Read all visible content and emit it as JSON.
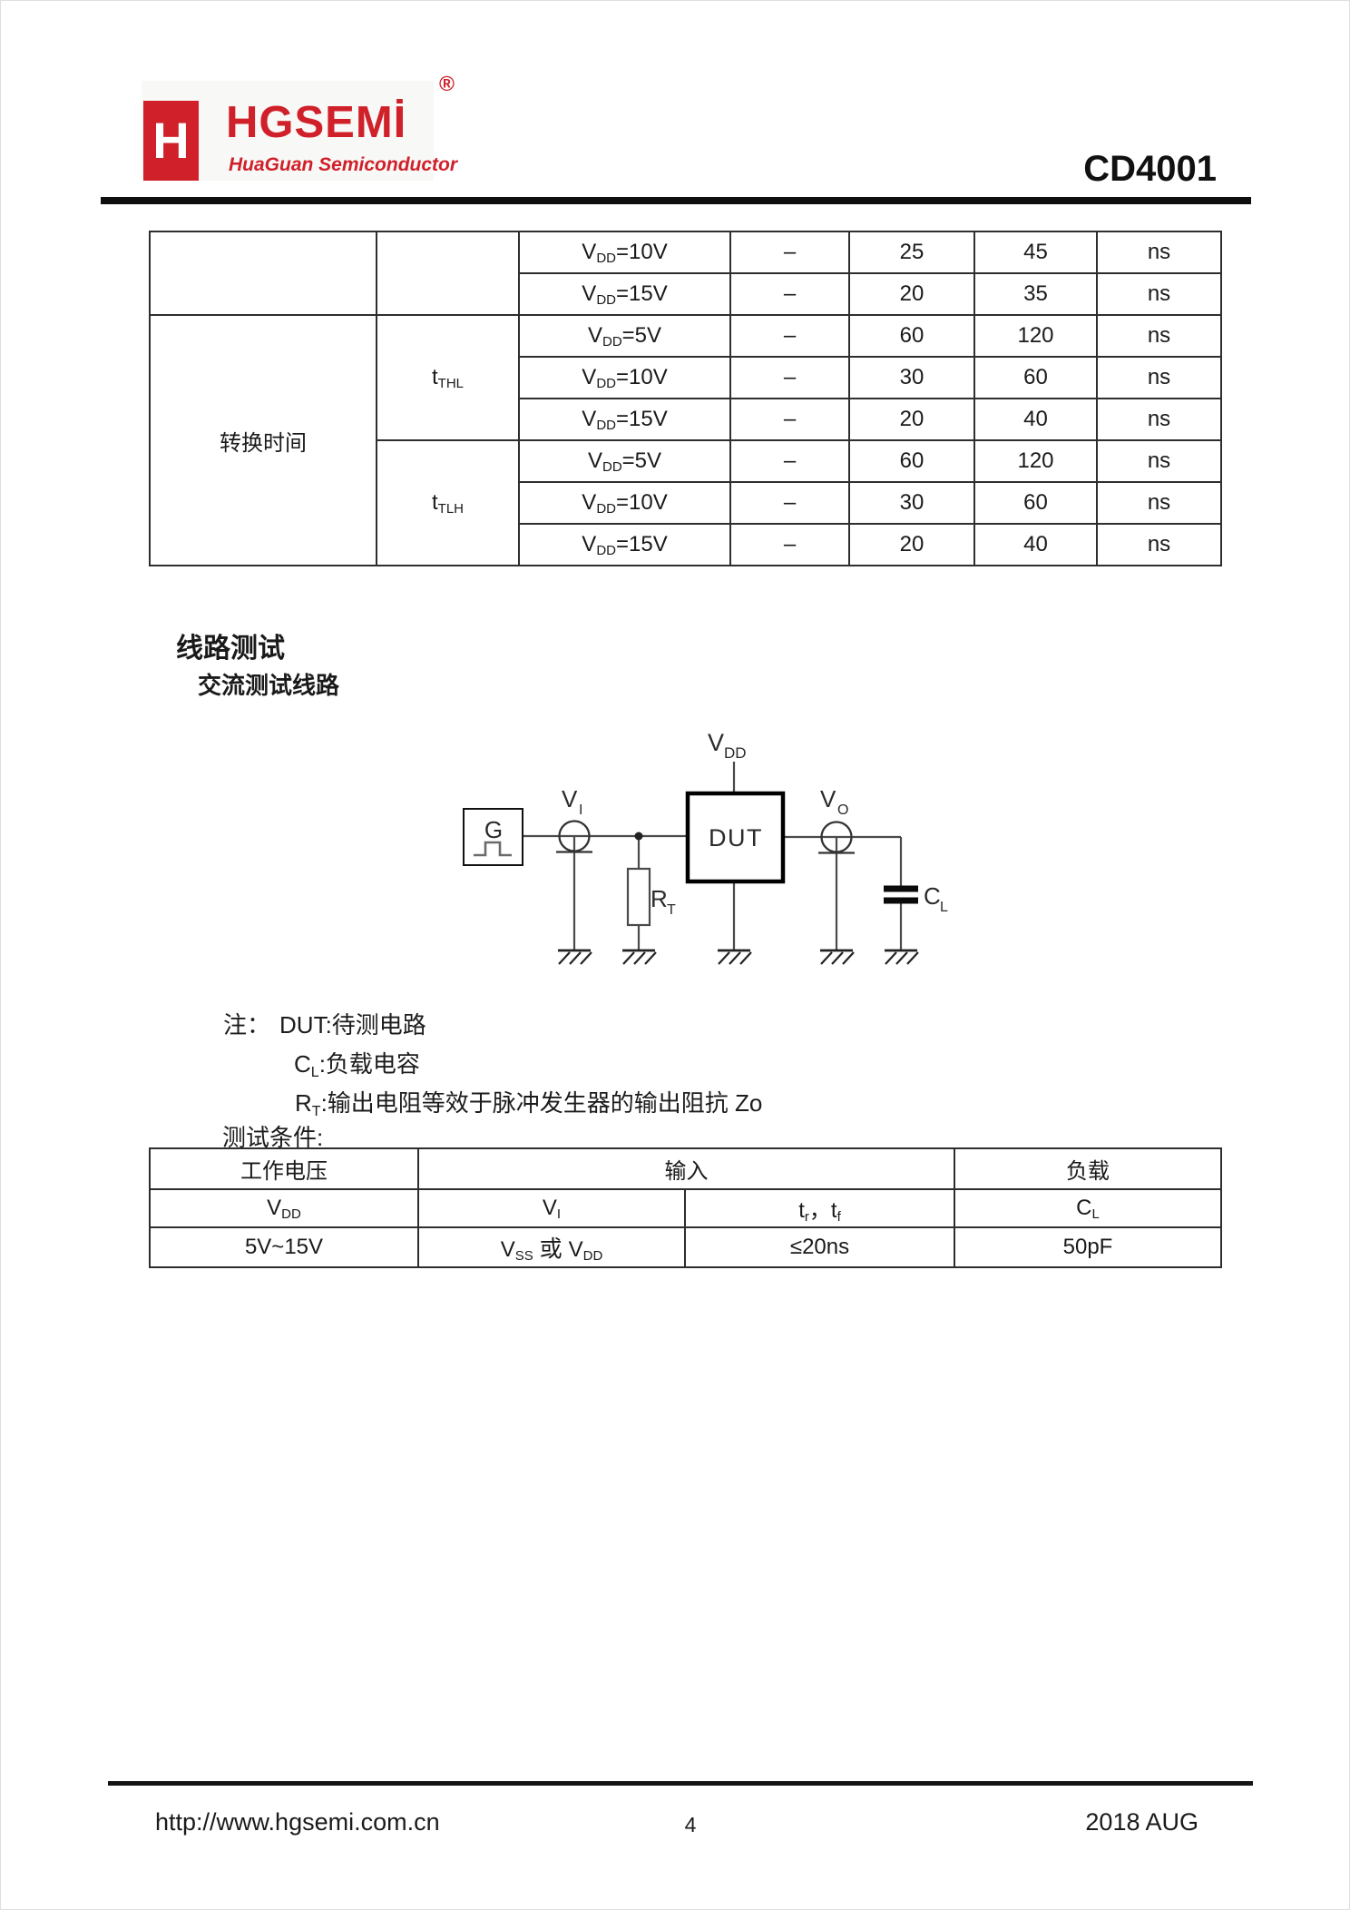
{
  "header": {
    "logo_letter": "H",
    "brand": "HGSEMİ",
    "registered": "®",
    "tagline": "HuaGuan Semiconductor",
    "part_number": "CD4001",
    "accent_red": "#d0202a"
  },
  "t1": {
    "param": "转换时间",
    "sym_thl_main": "t",
    "sym_thl_sub": "THL",
    "sym_tlh_main": "t",
    "sym_tlh_sub": "TLH",
    "rows": [
      {
        "cond_main": "V",
        "cond_sub": "DD",
        "cond_eq": "=10V",
        "min": "–",
        "typ": "25",
        "max": "45",
        "unit": "ns"
      },
      {
        "cond_main": "V",
        "cond_sub": "DD",
        "cond_eq": "=15V",
        "min": "–",
        "typ": "20",
        "max": "35",
        "unit": "ns"
      },
      {
        "cond_main": "V",
        "cond_sub": "DD",
        "cond_eq": "=5V",
        "min": "–",
        "typ": "60",
        "max": "120",
        "unit": "ns"
      },
      {
        "cond_main": "V",
        "cond_sub": "DD",
        "cond_eq": "=10V",
        "min": "–",
        "typ": "30",
        "max": "60",
        "unit": "ns"
      },
      {
        "cond_main": "V",
        "cond_sub": "DD",
        "cond_eq": "=15V",
        "min": "–",
        "typ": "20",
        "max": "40",
        "unit": "ns"
      },
      {
        "cond_main": "V",
        "cond_sub": "DD",
        "cond_eq": "=5V",
        "min": "–",
        "typ": "60",
        "max": "120",
        "unit": "ns"
      },
      {
        "cond_main": "V",
        "cond_sub": "DD",
        "cond_eq": "=10V",
        "min": "–",
        "typ": "30",
        "max": "60",
        "unit": "ns"
      },
      {
        "cond_main": "V",
        "cond_sub": "DD",
        "cond_eq": "=15V",
        "min": "–",
        "typ": "20",
        "max": "40",
        "unit": "ns"
      }
    ]
  },
  "section": {
    "title": "线路测试",
    "subtitle": "交流测试线路"
  },
  "circuit": {
    "g": "G",
    "dut": "DUT",
    "vi_main": "V",
    "vi_sub": "I",
    "vo_main": "V",
    "vo_sub": "O",
    "vdd_main": "V",
    "vdd_sub": "DD",
    "rt_main": "R",
    "rt_sub": "T",
    "cl_main": "C",
    "cl_sub": "L"
  },
  "notes": {
    "prefix": "注：",
    "dut_line": "DUT:待测电路",
    "cl_main": "C",
    "cl_sub": "L",
    "cl_rest": ":负载电容",
    "rt_main": "R",
    "rt_sub": "T",
    "rt_rest": ":输出电阻等效于脉冲发生器的输出阻抗 Zo",
    "cond_line": "测试条件:"
  },
  "t2": {
    "h_voltage": "工作电压",
    "h_input": "输入",
    "h_load": "负载",
    "vdd_main": "V",
    "vdd_sub": "DD",
    "vi_main": "V",
    "vi_sub": "I",
    "tr_main": "t",
    "tr_sub": "r",
    "sep": "，",
    "tf_main": "t",
    "tf_sub": "f",
    "cl_main": "C",
    "cl_sub": "L",
    "v_voltage": "5V~15V",
    "v_in_m1": "V",
    "v_in_s1": "SS",
    "v_in_mid": " 或 ",
    "v_in_m2": "V",
    "v_in_s2": "DD",
    "v_trtf": "≤20ns",
    "v_load": "50pF"
  },
  "footer": {
    "url": "http://www.hgsemi.com.cn",
    "page": "4",
    "date": "2018 AUG"
  }
}
